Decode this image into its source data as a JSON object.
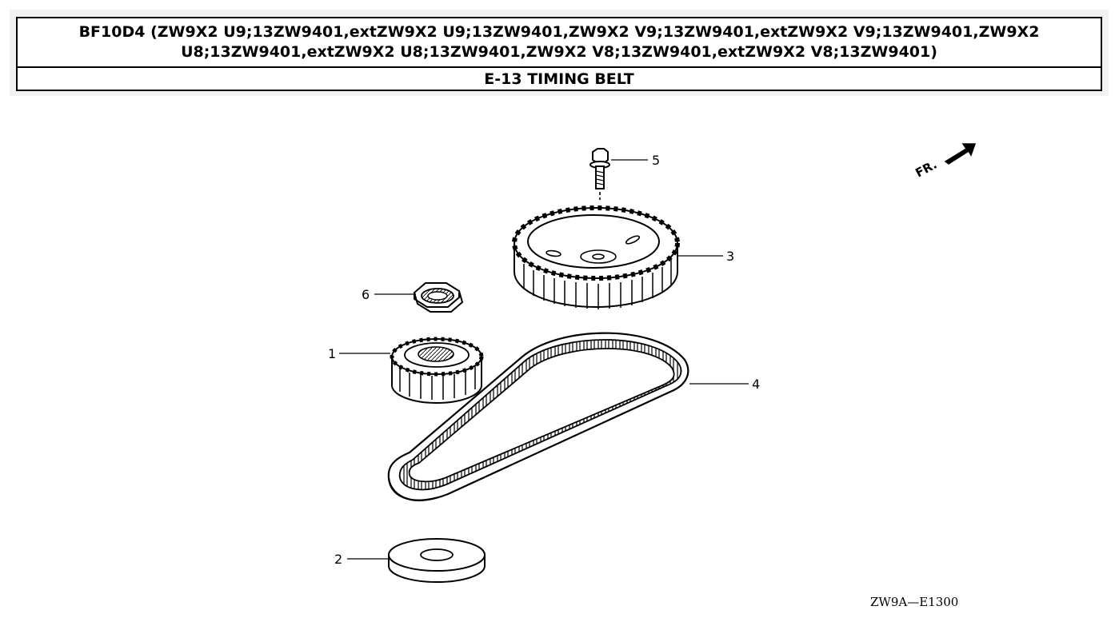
{
  "header": {
    "title": "BF10D4 (ZW9X2 U9;13ZW9401,extZW9X2 U9;13ZW9401,ZW9X2 V9;13ZW9401,extZW9X2 V9;13ZW9401,ZW9X2 U8;13ZW9401,extZW9X2 U8;13ZW9401,ZW9X2 V8;13ZW9401,extZW9X2 V8;13ZW9401)",
    "section": "E-13 TIMING BELT"
  },
  "diagram": {
    "callouts": [
      {
        "id": "1",
        "label": "1"
      },
      {
        "id": "2",
        "label": "2"
      },
      {
        "id": "3",
        "label": "3"
      },
      {
        "id": "4",
        "label": "4"
      },
      {
        "id": "5",
        "label": "5"
      },
      {
        "id": "6",
        "label": "6"
      }
    ],
    "direction_label": "FR.",
    "drawing_code": "ZW9A—E1300",
    "colors": {
      "line": "#000000",
      "fill": "#ffffff",
      "panel": "#f2f2f2"
    }
  }
}
